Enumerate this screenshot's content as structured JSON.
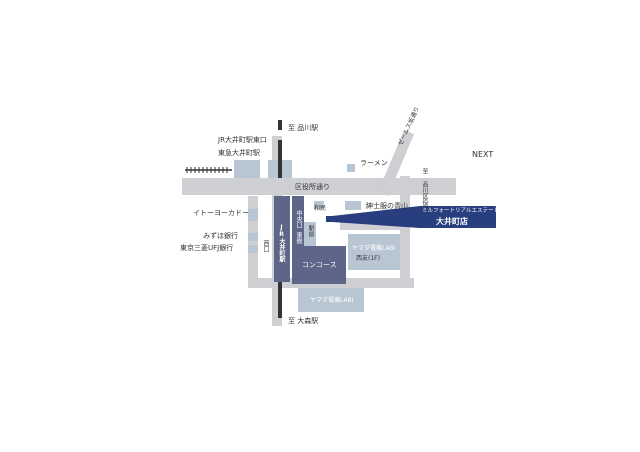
{
  "labels": {
    "north_shinagawa": "至 品川駅",
    "south_omori": "至 大森駅",
    "jr_east_exit": "JR大井町駅東口",
    "tokyu_station": "東急大井町駅",
    "ramen": "ラーメン",
    "street_diagonal": "ゼームス坂通り",
    "street_vertical": "至 品川区役所",
    "next": "NEXT",
    "kuyakusho_dori": "区役所通り",
    "wako": "和民",
    "shinshi_aoyama": "紳士服の青山",
    "itoyokado": "イトーヨーカドー",
    "mizuho": "みずほ銀行",
    "ufj": "東京三菱UFJ銀行",
    "chuo_guchi": "中央口",
    "higashi_gawa": "東側",
    "nishi_guchi": "西口",
    "jr_oimachi": "JR大井町駅",
    "ekimae": "駅前",
    "concourse": "コンコース",
    "labi_upper": "ヤマダ電機LABI",
    "seiyu": "西友(1F)",
    "labi_lower": "ヤマダ電機LABI",
    "store_company": "ミルフォートリアルエステート",
    "store_name": "大井町店"
  },
  "colors": {
    "road": "#cdcfd2",
    "building": "#b7c6d2",
    "station": "#5d6688",
    "accent": "#283e7e",
    "track": "#333333"
  }
}
